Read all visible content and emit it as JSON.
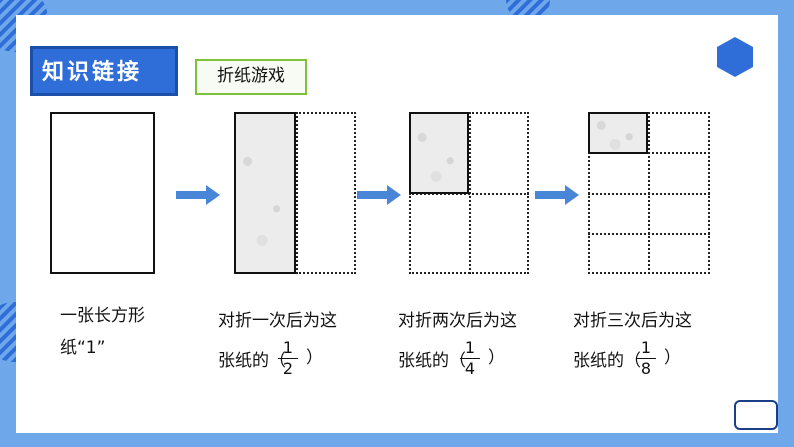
{
  "header": {
    "title": "知识链接",
    "subtitle": "折纸游戏"
  },
  "steps": [
    {
      "caption_line1": "一张长方形",
      "caption_line2": "纸“1”"
    },
    {
      "caption_line1": "对折一次后为这",
      "caption_line2": "张纸的（",
      "close_paren": "）",
      "fraction": {
        "num": "1",
        "den": "2"
      }
    },
    {
      "caption_line1": "对折两次后为这",
      "caption_line2": "张纸的（",
      "close_paren": "）",
      "fraction": {
        "num": "1",
        "den": "4"
      }
    },
    {
      "caption_line1": "对折三次后为这",
      "caption_line2": "张纸的（",
      "close_paren": "）",
      "fraction": {
        "num": "1",
        "den": "8"
      }
    }
  ],
  "colors": {
    "frame_blue": "#6fa8ea",
    "title_blue": "#2f6ed8",
    "subtitle_border": "#7ec23a",
    "arrow_blue": "#4a86d8"
  }
}
